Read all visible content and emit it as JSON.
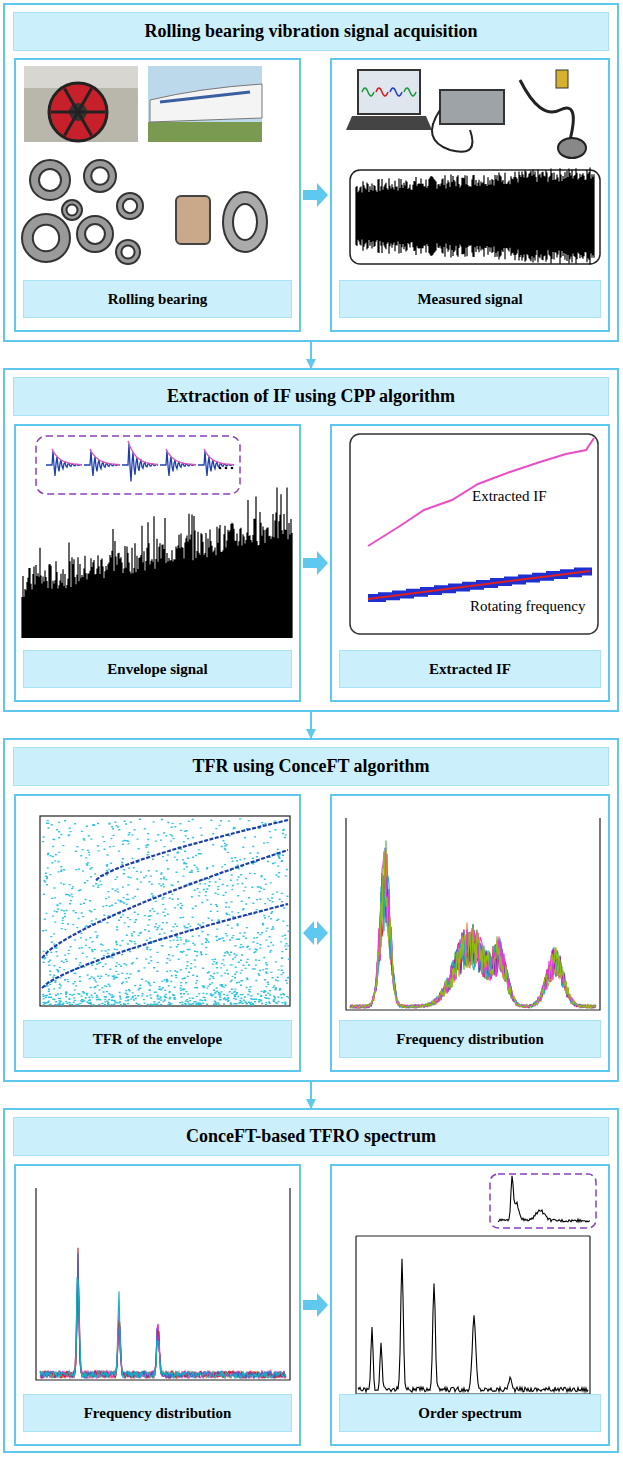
{
  "diagram": {
    "nodes": [
      {
        "text": [
          "Rolling bearing vibration signal acquisition"
        ]
      },
      {
        "text": [
          "Rolling bearing"
        ],
        "in": 0
      },
      {
        "text": [
          "Measured signal"
        ],
        "in": 0
      },
      {
        "text": [
          "Extraction of IF using CPP algorithm"
        ]
      },
      {
        "text": [
          "Envelope signal"
        ],
        "in": 3
      },
      {
        "text": [
          "Extracted IF"
        ],
        "in": 3
      },
      {
        "text": [
          "TFR using ConceFT algorithm"
        ]
      },
      {
        "text": [
          "TFR of the envelope"
        ],
        "in": 6
      },
      {
        "text": [
          "Frequency distribution"
        ],
        "in": 6
      },
      {
        "text": [
          "ConceFT-based TFRO spectrum"
        ]
      },
      {
        "text": [
          "Frequency distribution"
        ],
        "in": 9
      },
      {
        "text": [
          "Order spectrum"
        ],
        "in": 9
      }
    ],
    "edges": [
      {
        "from": 1,
        "to": 2,
        "arrow": "to"
      },
      {
        "from": 0,
        "to": 3,
        "arrow": "to"
      },
      {
        "from": 4,
        "to": 5,
        "arrow": "to"
      },
      {
        "from": 3,
        "to": 6,
        "arrow": "to"
      },
      {
        "from": 7,
        "to": 8,
        "arrow": "both"
      },
      {
        "from": 6,
        "to": 9,
        "arrow": "to"
      },
      {
        "from": 10,
        "to": 11,
        "arrow": "to"
      }
    ],
    "labels": [
      "Extracted IF",
      "Rotating frequency"
    ]
  }
}
